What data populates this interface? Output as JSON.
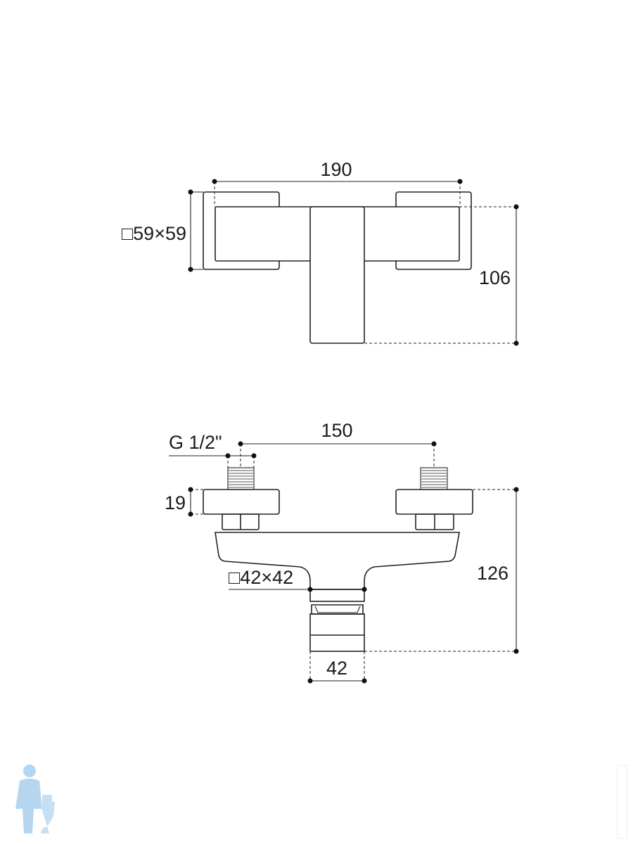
{
  "top_view": {
    "width_dim": "190",
    "square_dim": "□59×59",
    "depth_dim": "106"
  },
  "bottom_view": {
    "center_distance_dim": "150",
    "thread_label": "G 1/2\"",
    "nut_height_dim": "19",
    "square_dim": "□42×42",
    "height_dim": "126",
    "outlet_width_dim": "42"
  },
  "colors": {
    "line": "#222222",
    "logo": "#a9cdec"
  }
}
